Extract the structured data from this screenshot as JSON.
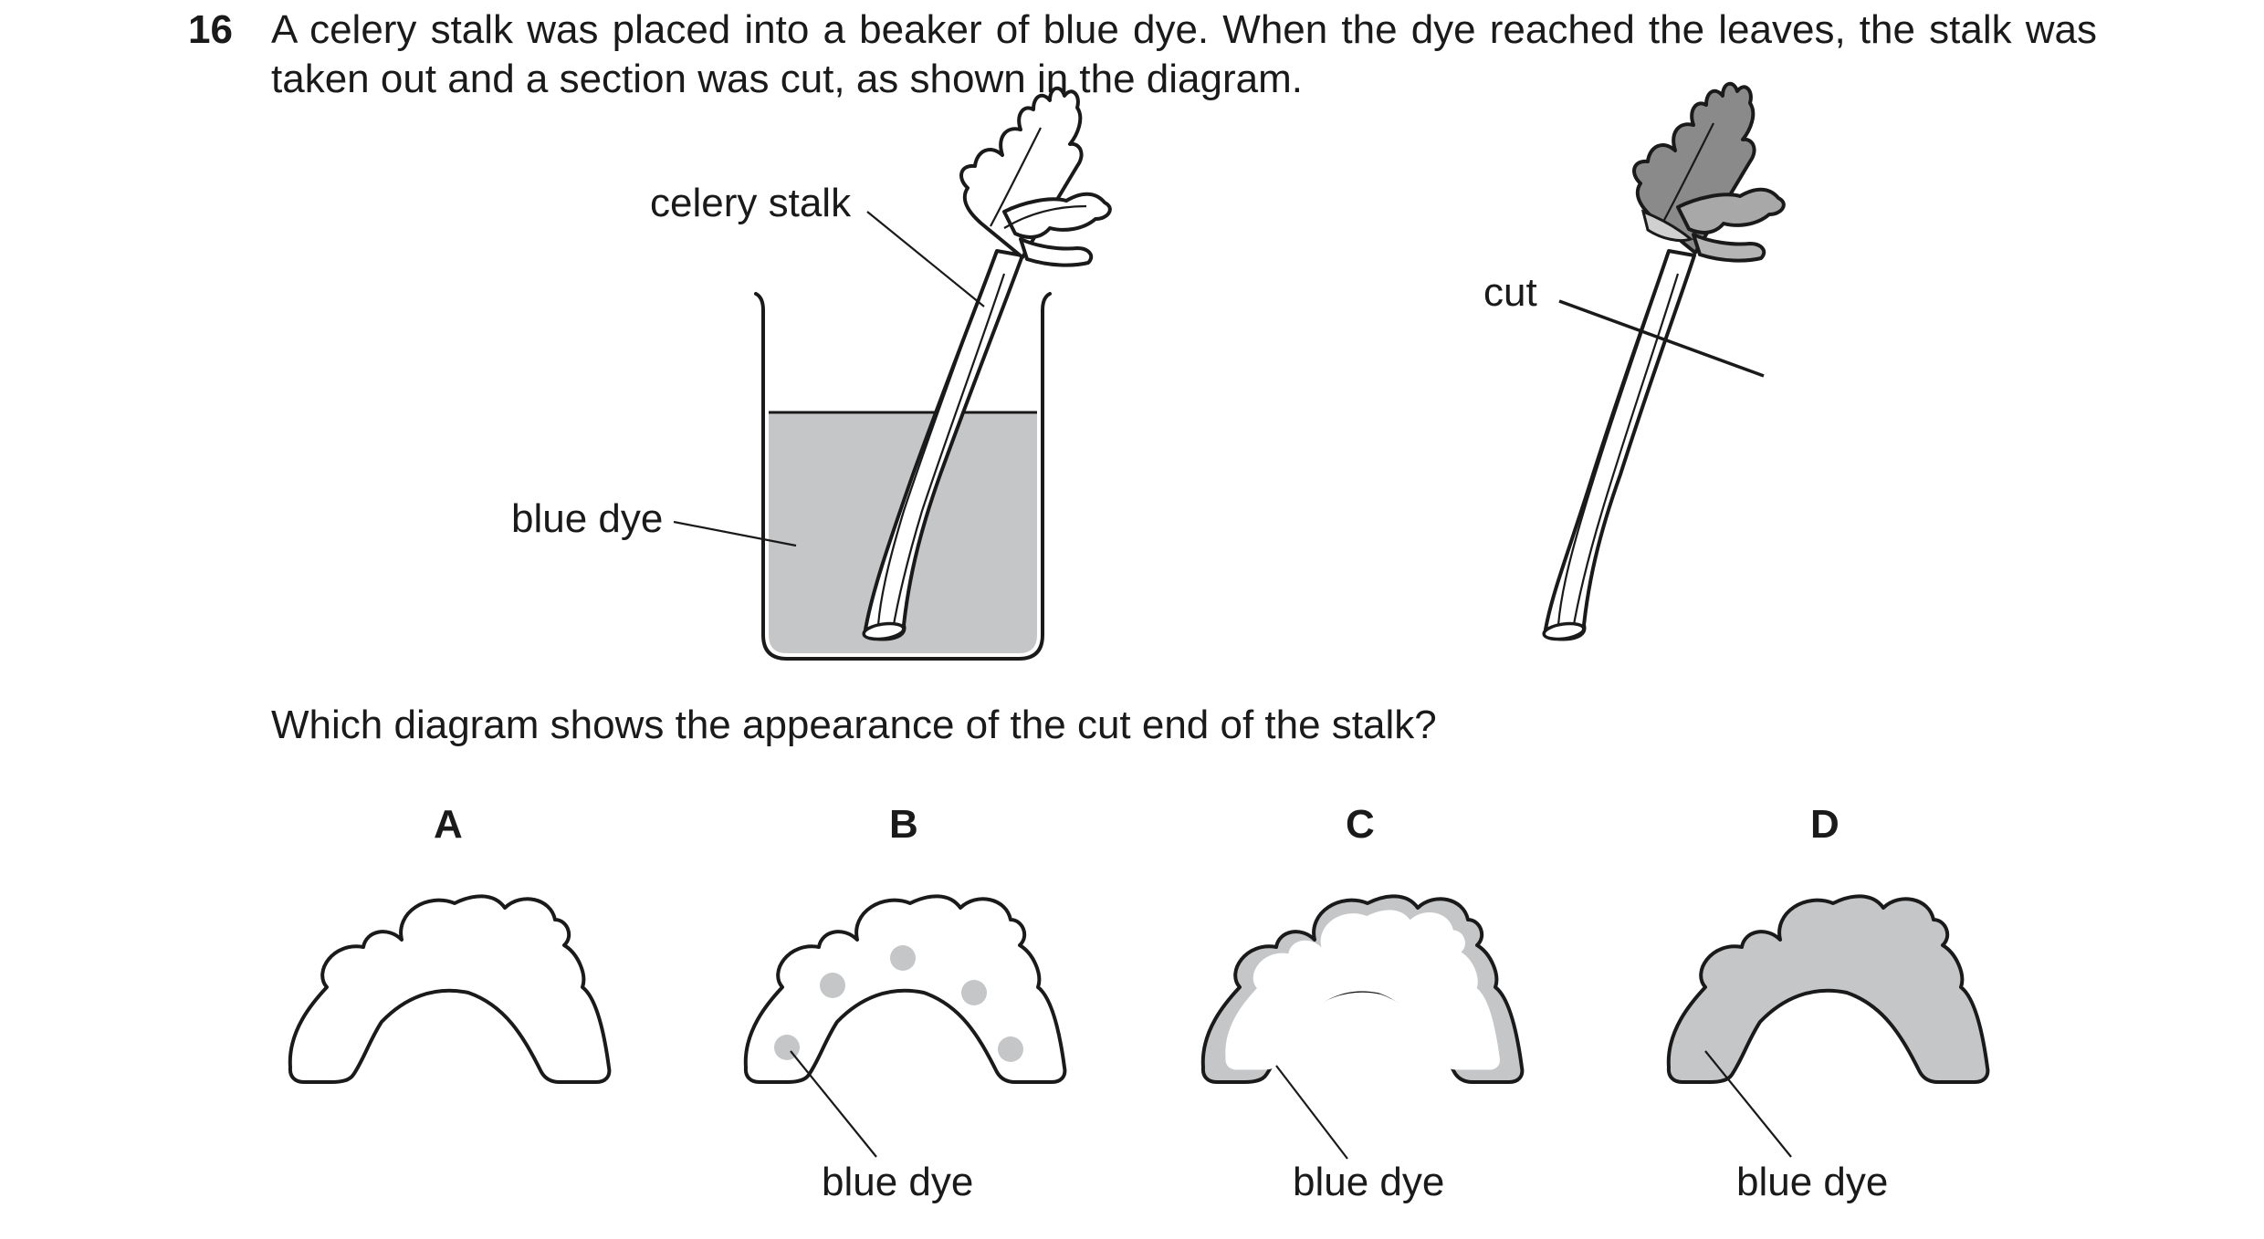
{
  "question": {
    "number": "16",
    "stem": "A celery stalk was placed into a beaker of blue dye. When the dye reached the leaves, the stalk was taken out and a section was cut, as shown in the diagram.",
    "prompt": "Which diagram shows the appearance of the cut end of the stalk?"
  },
  "diagram": {
    "label_celery_stalk": "celery stalk",
    "label_blue_dye": "blue dye",
    "label_cut": "cut"
  },
  "options": [
    {
      "letter": "A",
      "label": ""
    },
    {
      "letter": "B",
      "label": "blue dye"
    },
    {
      "letter": "C",
      "label": "blue dye"
    },
    {
      "letter": "D",
      "label": "blue dye"
    }
  ],
  "colors": {
    "ink": "#1a1a1a",
    "dye_grey": "#c5c6c8",
    "leaf_dark": "#7a7a7a",
    "paper": "#ffffff"
  }
}
